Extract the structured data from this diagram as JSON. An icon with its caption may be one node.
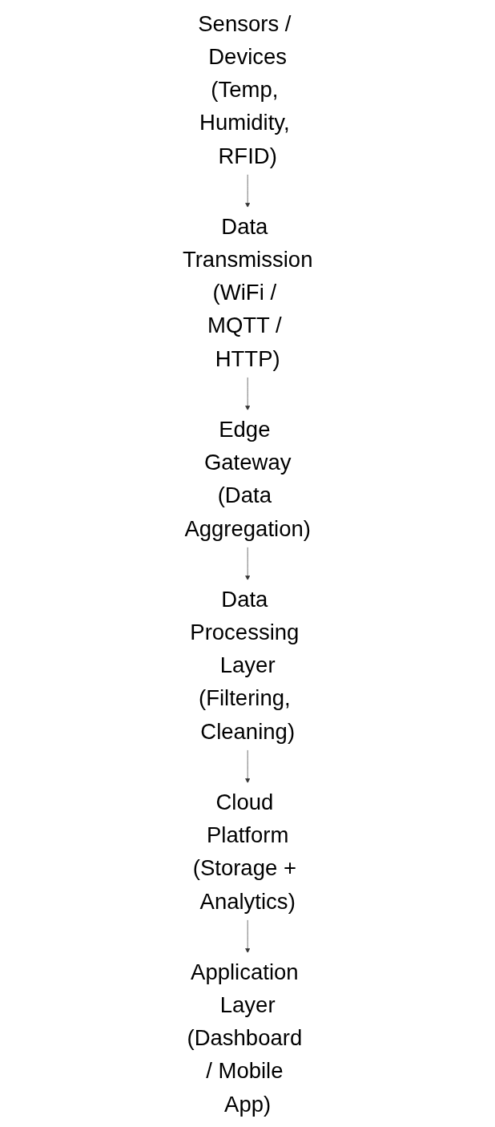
{
  "diagram": {
    "nodes": [
      {
        "text": [
          "Sensors / Devices",
          "(Temp, Humidity, RFID)"
        ]
      },
      {
        "text": [
          "Data Transmission",
          "(WiFi / MQTT / HTTP)"
        ]
      },
      {
        "text": [
          "Edge Gateway",
          "(Data Aggregation)"
        ]
      },
      {
        "text": [
          "Data Processing Layer",
          "(Filtering, Cleaning)"
        ]
      },
      {
        "text": [
          "Cloud Platform",
          "(Storage + Analytics)"
        ]
      },
      {
        "text": [
          "Application Layer",
          "(Dashboard / Mobile App)"
        ]
      }
    ],
    "edges": [
      {
        "from": 0,
        "to": 1,
        "arrow": "to"
      },
      {
        "from": 1,
        "to": 2,
        "arrow": "to"
      },
      {
        "from": 2,
        "to": 3,
        "arrow": "to"
      },
      {
        "from": 3,
        "to": 4,
        "arrow": "to"
      },
      {
        "from": 4,
        "to": 5,
        "arrow": "to"
      }
    ]
  }
}
